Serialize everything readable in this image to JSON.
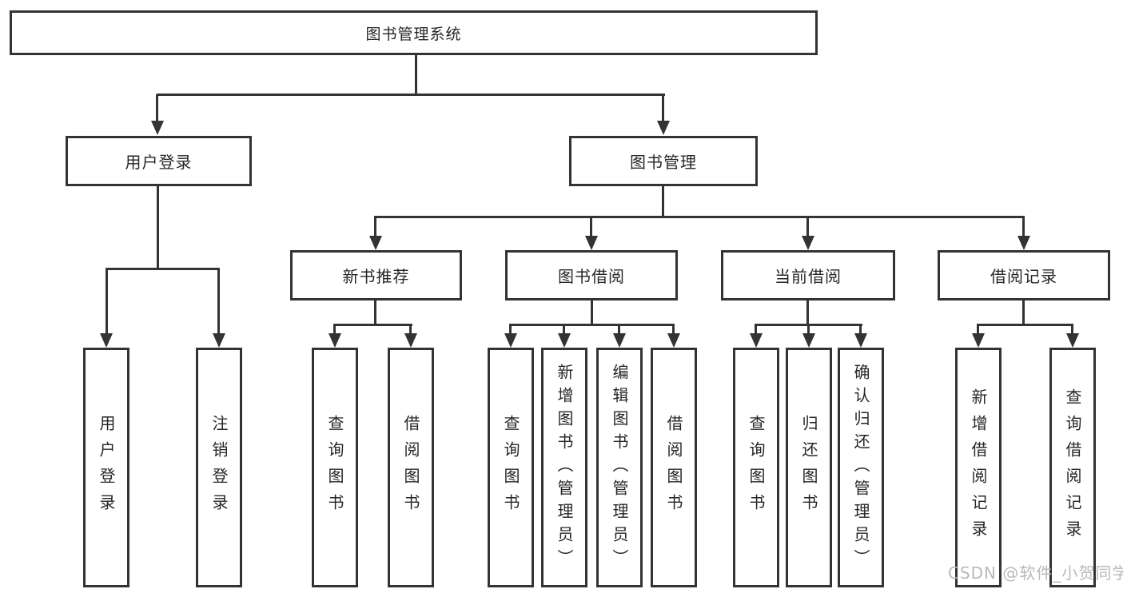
{
  "watermark": "CSDN @软件_小贺同学",
  "colors": {
    "line": "#333333",
    "text": "#262626",
    "background": "#ffffff",
    "watermark": "#b9b9b9"
  },
  "tree": {
    "label": "图书管理系统",
    "children": [
      {
        "label": "用户登录",
        "children": [
          {
            "label": "用户登录"
          },
          {
            "label": "注销登录"
          }
        ]
      },
      {
        "label": "图书管理",
        "children": [
          {
            "label": "新书推荐",
            "children": [
              {
                "label": "查询图书"
              },
              {
                "label": "借阅图书"
              }
            ]
          },
          {
            "label": "图书借阅",
            "children": [
              {
                "label": "查询图书"
              },
              {
                "label": "新增图书（管理员）"
              },
              {
                "label": "编辑图书（管理员）"
              },
              {
                "label": "借阅图书"
              }
            ]
          },
          {
            "label": "当前借阅",
            "children": [
              {
                "label": "查询图书"
              },
              {
                "label": "归还图书"
              },
              {
                "label": "确认归还（管理员）"
              }
            ]
          },
          {
            "label": "借阅记录",
            "children": [
              {
                "label": "新增借阅记录"
              },
              {
                "label": "查询借阅记录"
              }
            ]
          }
        ]
      }
    ]
  }
}
